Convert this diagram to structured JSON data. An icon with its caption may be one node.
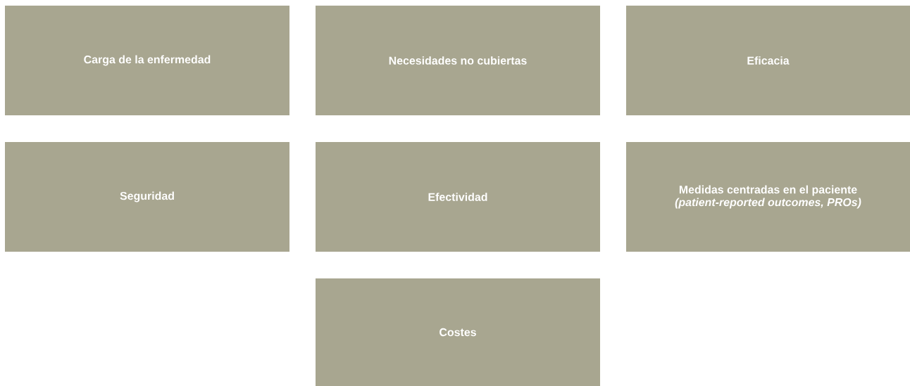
{
  "diagram": {
    "nodes": [
      {
        "text": [
          "Carga de la enfermedad"
        ]
      },
      {
        "text": [
          "Necesidades no cubiertas"
        ]
      },
      {
        "text": [
          "Eficacia"
        ]
      },
      {
        "text": [
          "Seguridad"
        ]
      },
      {
        "text": [
          "Efectividad"
        ]
      },
      {
        "text": [
          "Medidas centradas en el paciente",
          "(patient-reported outcomes, PROs)"
        ]
      },
      {
        "text": [
          "Costes"
        ]
      }
    ]
  }
}
